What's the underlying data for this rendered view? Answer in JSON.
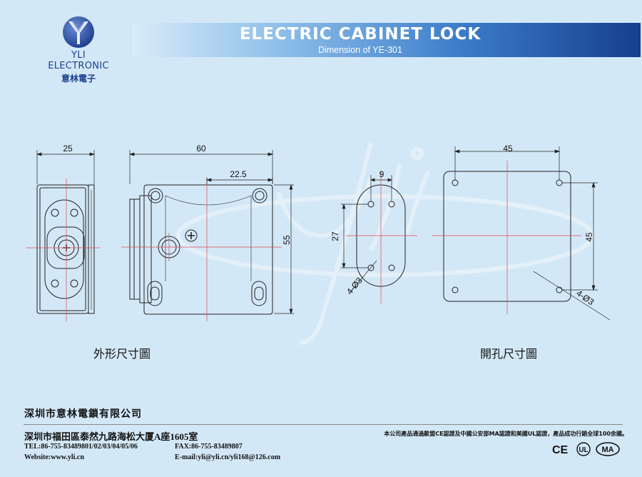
{
  "brand": {
    "name": "YLI ELECTRONIC",
    "name_cn": "意林電子"
  },
  "header": {
    "title": "ELECTRIC CABINET LOCK",
    "subtitle": "Dimension of YE-301"
  },
  "drawing": {
    "dims": {
      "side_width": "25",
      "front_width": "60",
      "front_offset": "22.5",
      "front_height": "55",
      "cut_hole_width": "9",
      "cut_hole_height": "27",
      "cut_hole_dia": "4-Ø3",
      "cut_plate_width": "45",
      "cut_plate_height": "45",
      "cut_plate_dia": "4-Ø3"
    },
    "captions": {
      "outline": "外形尺寸圖",
      "cutout": "開孔尺寸圖"
    }
  },
  "footer": {
    "company": "深圳市意林電鎖有限公司",
    "address": "深圳市福田區泰然九路海松大厦A座1605室",
    "tel": "TEL:86-755-83489801/02/03/04/05/06",
    "fax": "FAX:86-755-83489807",
    "website": "Website:www.yli.cn",
    "email": "E-mail:yli@yli.cn/yli168@126.com",
    "cert_note": "本公司產品通過歐盟CE認證及中國公安部MA認證和美國UL認證，產品成功行銷全球100余國。",
    "marks": [
      "CE",
      "UL",
      "MA"
    ]
  },
  "colors": {
    "background": "#d3e8f7",
    "banner_dark": "#163e8f",
    "brand": "#1c3f8a",
    "center_line": "#e0484f"
  }
}
